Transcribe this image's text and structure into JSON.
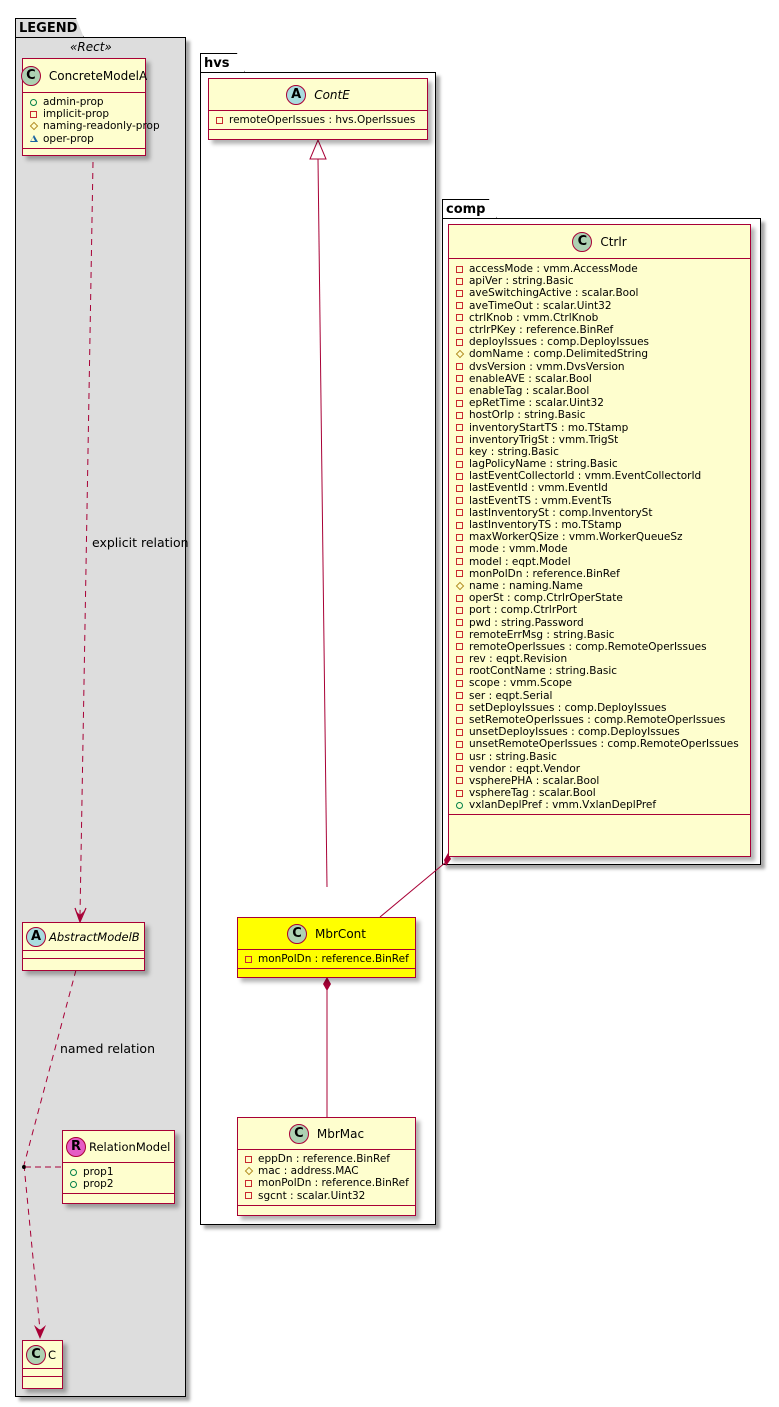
{
  "packages": {
    "legend": {
      "title": "LEGEND",
      "stereotype": "«Rect»"
    },
    "hvs": {
      "title": "hvs"
    },
    "comp": {
      "title": "comp"
    }
  },
  "classes": {
    "concrete_model_a": {
      "kind": "C",
      "name": "ConcreteModelA",
      "attributes": [
        {
          "vis": "public",
          "text": "admin-prop"
        },
        {
          "vis": "private",
          "text": "implicit-prop"
        },
        {
          "vis": "protected",
          "text": "naming-readonly-prop"
        },
        {
          "vis": "package",
          "text": "oper-prop"
        }
      ]
    },
    "abstract_model_b": {
      "kind": "A",
      "name": "AbstractModelB",
      "attributes": []
    },
    "relation_model": {
      "kind": "R",
      "name": "RelationModel",
      "attributes": [
        {
          "vis": "public",
          "text": "prop1"
        },
        {
          "vis": "public",
          "text": "prop2"
        }
      ]
    },
    "c": {
      "kind": "C",
      "name": "C",
      "attributes": []
    },
    "cont_e": {
      "kind": "A",
      "name": "ContE",
      "attributes": [
        {
          "vis": "private",
          "text": "remoteOperIssues : hvs.OperIssues"
        }
      ]
    },
    "mbr_cont": {
      "kind": "C",
      "name": "MbrCont",
      "highlight_color": "#FFFF00",
      "attributes": [
        {
          "vis": "private",
          "text": "monPolDn : reference.BinRef"
        }
      ]
    },
    "mbr_mac": {
      "kind": "C",
      "name": "MbrMac",
      "attributes": [
        {
          "vis": "private",
          "text": "eppDn : reference.BinRef"
        },
        {
          "vis": "protected",
          "text": "mac : address.MAC"
        },
        {
          "vis": "private",
          "text": "monPolDn : reference.BinRef"
        },
        {
          "vis": "private",
          "text": "sgcnt : scalar.Uint32"
        }
      ]
    },
    "ctrlr": {
      "kind": "C",
      "name": "Ctrlr",
      "attributes": [
        {
          "vis": "private",
          "text": "accessMode : vmm.AccessMode"
        },
        {
          "vis": "private",
          "text": "apiVer : string.Basic"
        },
        {
          "vis": "private",
          "text": "aveSwitchingActive : scalar.Bool"
        },
        {
          "vis": "private",
          "text": "aveTimeOut : scalar.Uint32"
        },
        {
          "vis": "private",
          "text": "ctrlKnob : vmm.CtrlKnob"
        },
        {
          "vis": "private",
          "text": "ctrlrPKey : reference.BinRef"
        },
        {
          "vis": "private",
          "text": "deployIssues : comp.DeployIssues"
        },
        {
          "vis": "protected",
          "text": "domName : comp.DelimitedString"
        },
        {
          "vis": "private",
          "text": "dvsVersion : vmm.DvsVersion"
        },
        {
          "vis": "private",
          "text": "enableAVE : scalar.Bool"
        },
        {
          "vis": "private",
          "text": "enableTag : scalar.Bool"
        },
        {
          "vis": "private",
          "text": "epRetTime : scalar.Uint32"
        },
        {
          "vis": "private",
          "text": "hostOrIp : string.Basic"
        },
        {
          "vis": "private",
          "text": "inventoryStartTS : mo.TStamp"
        },
        {
          "vis": "private",
          "text": "inventoryTrigSt : vmm.TrigSt"
        },
        {
          "vis": "private",
          "text": "key : string.Basic"
        },
        {
          "vis": "private",
          "text": "lagPolicyName : string.Basic"
        },
        {
          "vis": "private",
          "text": "lastEventCollectorId : vmm.EventCollectorId"
        },
        {
          "vis": "private",
          "text": "lastEventId : vmm.EventId"
        },
        {
          "vis": "private",
          "text": "lastEventTS : vmm.EventTs"
        },
        {
          "vis": "private",
          "text": "lastInventorySt : comp.InventorySt"
        },
        {
          "vis": "private",
          "text": "lastInventoryTS : mo.TStamp"
        },
        {
          "vis": "private",
          "text": "maxWorkerQSize : vmm.WorkerQueueSz"
        },
        {
          "vis": "private",
          "text": "mode : vmm.Mode"
        },
        {
          "vis": "private",
          "text": "model : eqpt.Model"
        },
        {
          "vis": "private",
          "text": "monPolDn : reference.BinRef"
        },
        {
          "vis": "protected",
          "text": "name : naming.Name"
        },
        {
          "vis": "private",
          "text": "operSt : comp.CtrlrOperState"
        },
        {
          "vis": "private",
          "text": "port : comp.CtrlrPort"
        },
        {
          "vis": "private",
          "text": "pwd : string.Password"
        },
        {
          "vis": "private",
          "text": "remoteErrMsg : string.Basic"
        },
        {
          "vis": "private",
          "text": "remoteOperIssues : comp.RemoteOperIssues"
        },
        {
          "vis": "private",
          "text": "rev : eqpt.Revision"
        },
        {
          "vis": "private",
          "text": "rootContName : string.Basic"
        },
        {
          "vis": "private",
          "text": "scope : vmm.Scope"
        },
        {
          "vis": "private",
          "text": "ser : eqpt.Serial"
        },
        {
          "vis": "private",
          "text": "setDeployIssues : comp.DeployIssues"
        },
        {
          "vis": "private",
          "text": "setRemoteOperIssues : comp.RemoteOperIssues"
        },
        {
          "vis": "private",
          "text": "unsetDeployIssues : comp.DeployIssues"
        },
        {
          "vis": "private",
          "text": "unsetRemoteOperIssues : comp.RemoteOperIssues"
        },
        {
          "vis": "private",
          "text": "usr : string.Basic"
        },
        {
          "vis": "private",
          "text": "vendor : eqpt.Vendor"
        },
        {
          "vis": "private",
          "text": "vspherePHA : scalar.Bool"
        },
        {
          "vis": "private",
          "text": "vsphereTag : scalar.Bool"
        },
        {
          "vis": "public",
          "text": "vxlanDeplPref : vmm.VxlanDeplPref"
        }
      ]
    }
  },
  "relations": {
    "explicit": {
      "label": "explicit relation"
    },
    "named": {
      "label": "named relation"
    }
  },
  "colors": {
    "class_fill": "#FEFECE",
    "class_border": "#A80036",
    "highlight": "#FFFF00",
    "legend_bg": "#DDDDDD"
  }
}
